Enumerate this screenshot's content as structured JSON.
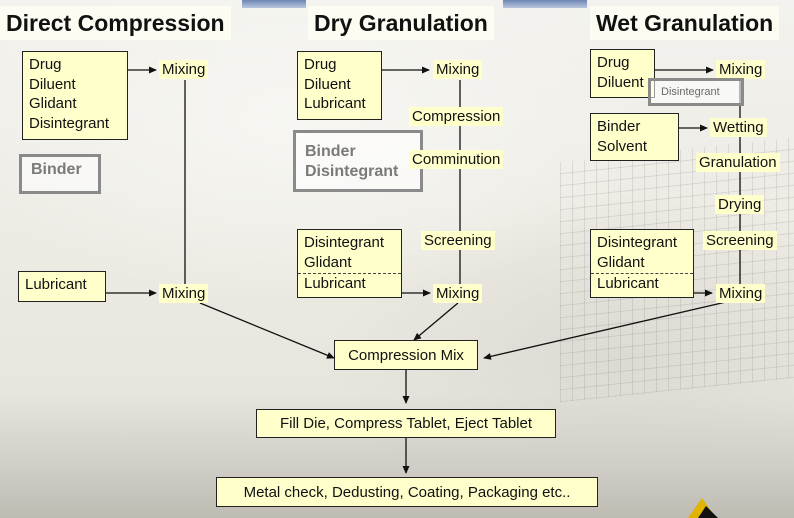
{
  "columns": {
    "direct": {
      "title": "Direct Compression",
      "ingredients": [
        "Drug",
        "Diluent",
        "Glidant",
        "Disintegrant"
      ],
      "binder_note": "Binder",
      "mixing_1": "Mixing",
      "lubricant": "Lubricant",
      "mixing_2": "Mixing"
    },
    "dry": {
      "title": "Dry Granulation",
      "ingredients": [
        "Drug",
        "Diluent",
        "Lubricant"
      ],
      "mixing_1": "Mixing",
      "compression": "Compression",
      "comminution": "Comminution",
      "binder_note": [
        "Binder",
        "Disintegrant"
      ],
      "screening": "Screening",
      "final_ingredients": [
        "Disintegrant",
        "Glidant",
        "Lubricant"
      ],
      "mixing_2": "Mixing"
    },
    "wet": {
      "title": "Wet Granulation",
      "ingredients": [
        "Drug",
        "Diluent"
      ],
      "disintegrant_note": "Disintegrant",
      "mixing_1": "Mixing",
      "binder_box": [
        "Binder",
        "Solvent"
      ],
      "wetting": "Wetting",
      "granulation": "Granulation",
      "drying": "Drying",
      "screening": "Screening",
      "final_ingredients": [
        "Disintegrant",
        "Glidant",
        "Lubricant"
      ],
      "mixing_2": "Mixing"
    }
  },
  "common": {
    "compression_mix": "Compression Mix",
    "tabletting": "Fill Die, Compress Tablet, Eject Tablet",
    "finishing": "Metal check, Dedusting, Coating, Packaging etc.."
  },
  "colors": {
    "box_fill": "#ffffcc",
    "title_fill": "#fdfcf3",
    "note_border": "#8a8a8a",
    "note_text": "#7a7a7a"
  }
}
